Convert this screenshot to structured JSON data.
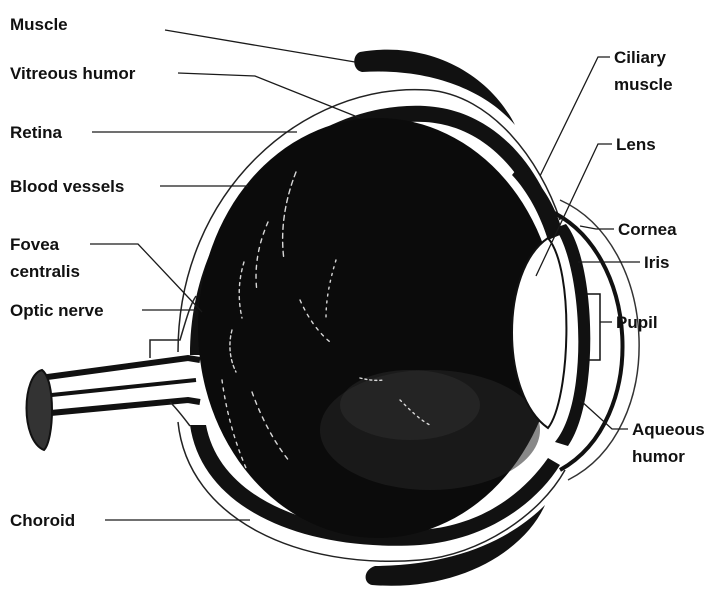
{
  "labels": {
    "muscle": "Muscle",
    "vitreous_humor": "Vitreous humor",
    "retina": "Retina",
    "blood_vessels": "Blood vessels",
    "fovea_line1": "Fovea",
    "fovea_line2": "centralis",
    "optic_nerve": "Optic nerve",
    "choroid": "Choroid",
    "ciliary_line1": "Ciliary",
    "ciliary_line2": "muscle",
    "lens": "Lens",
    "cornea": "Cornea",
    "iris": "Iris",
    "pupil": "Pupil",
    "aqueous_line1": "Aqueous",
    "aqueous_line2": "humor"
  },
  "colors": {
    "ink": "#111111",
    "eye_interior": "#0b0b0b",
    "lens": "#ffffff",
    "paper": "#ffffff"
  }
}
